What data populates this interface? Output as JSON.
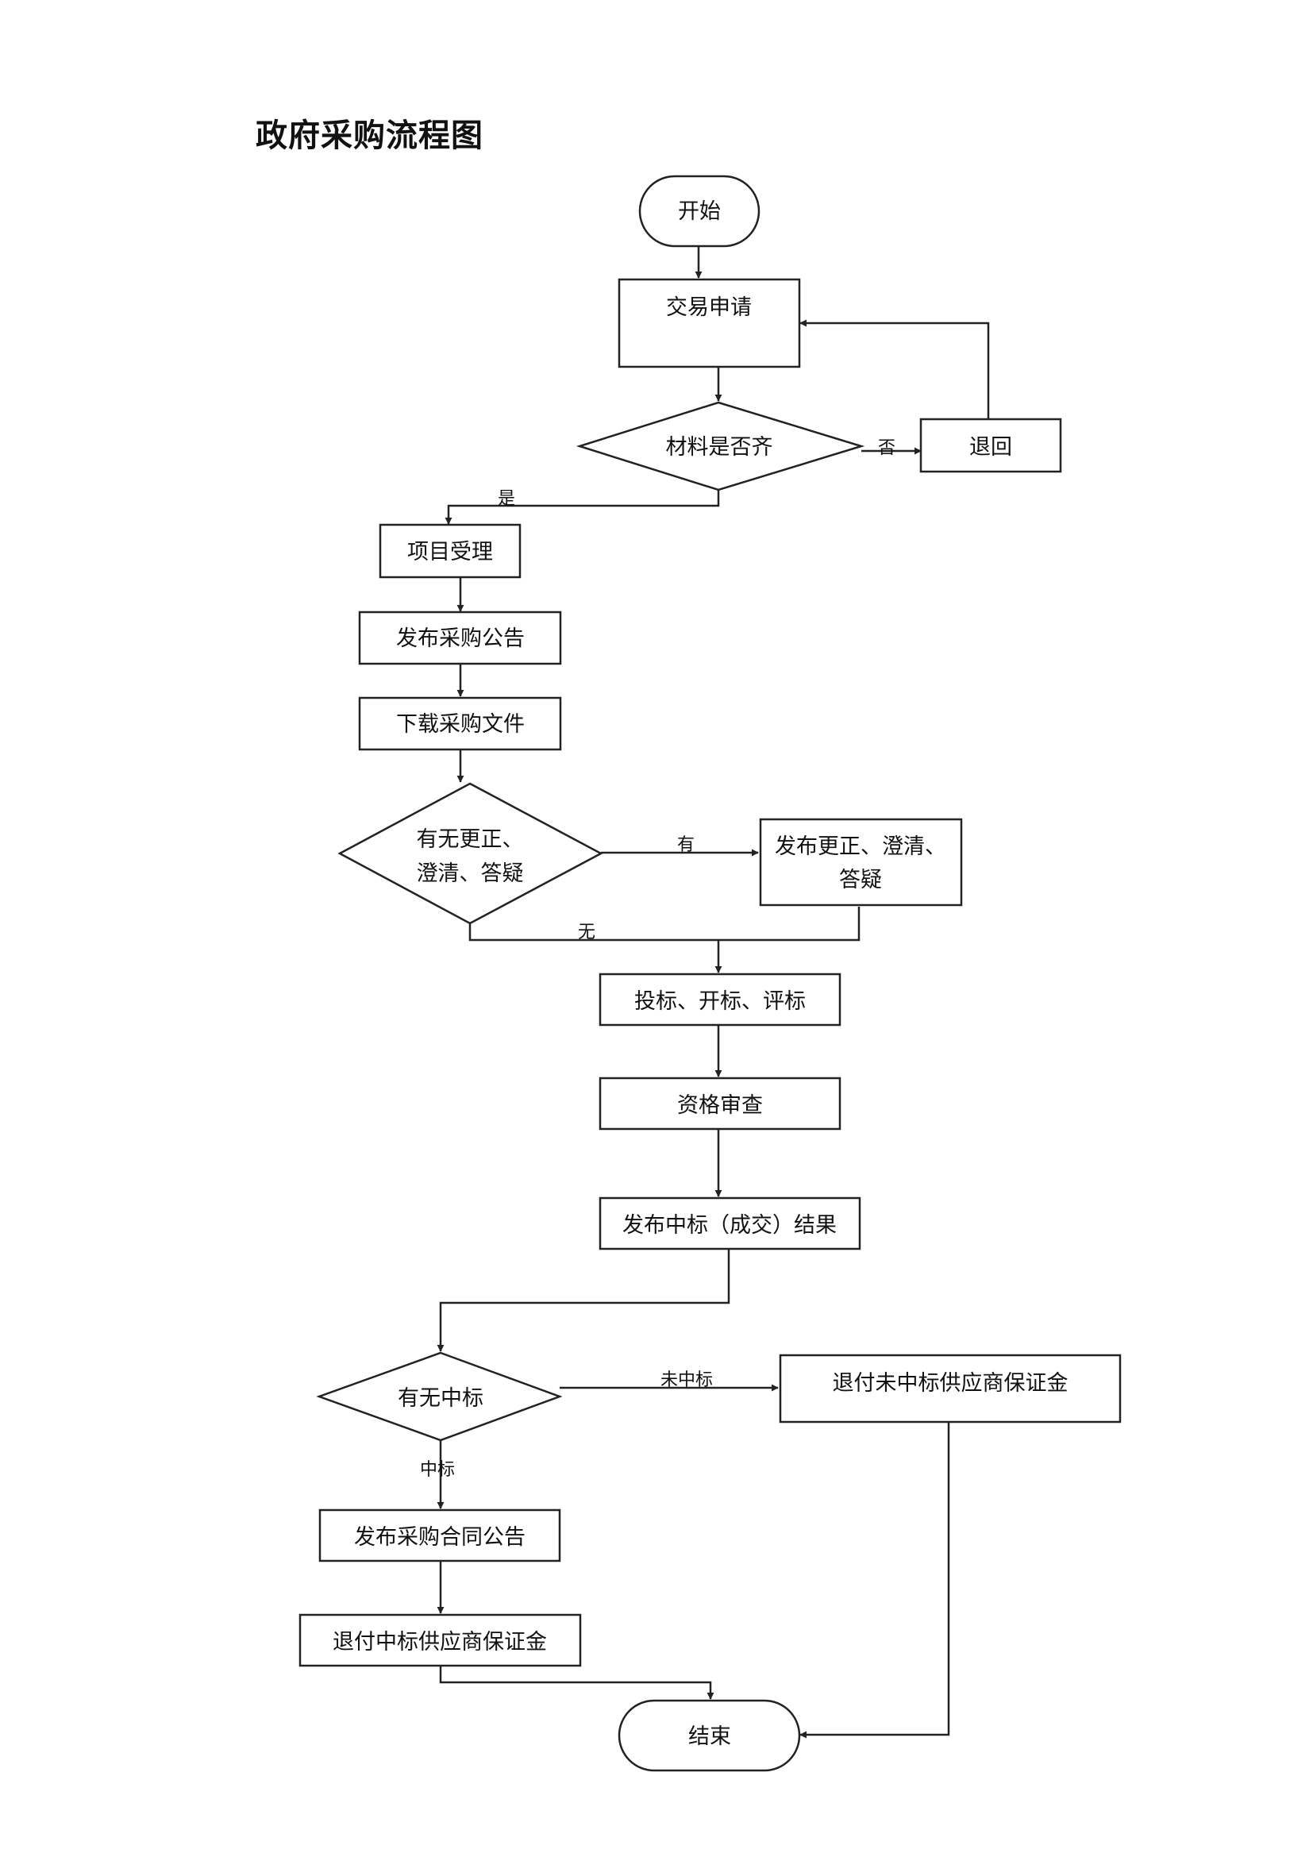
{
  "title": "政府采购流程图",
  "nodes": {
    "start": "开始",
    "apply": "交易申请",
    "check_materials": "材料是否齐",
    "return": "退回",
    "accept": "项目受理",
    "publish_notice": "发布采购公告",
    "download_docs": "下载采购文件",
    "check_changes_l1": "有无更正、",
    "check_changes_l2": "澄清、答疑",
    "publish_changes_l1": "发布更正、澄清、",
    "publish_changes_l2": "答疑",
    "bid": "投标、开标、评标",
    "qualification": "资格审查",
    "publish_result": "发布中标（成交）结果",
    "check_win": "有无中标",
    "refund_losers": "退付未中标供应商保证金",
    "publish_contract": "发布采购合同公告",
    "refund_winner": "退付中标供应商保证金",
    "end": "结束"
  },
  "edge_labels": {
    "no": "否",
    "yes": "是",
    "has": "有",
    "none": "无",
    "not_won": "未中标",
    "won": "中标"
  }
}
